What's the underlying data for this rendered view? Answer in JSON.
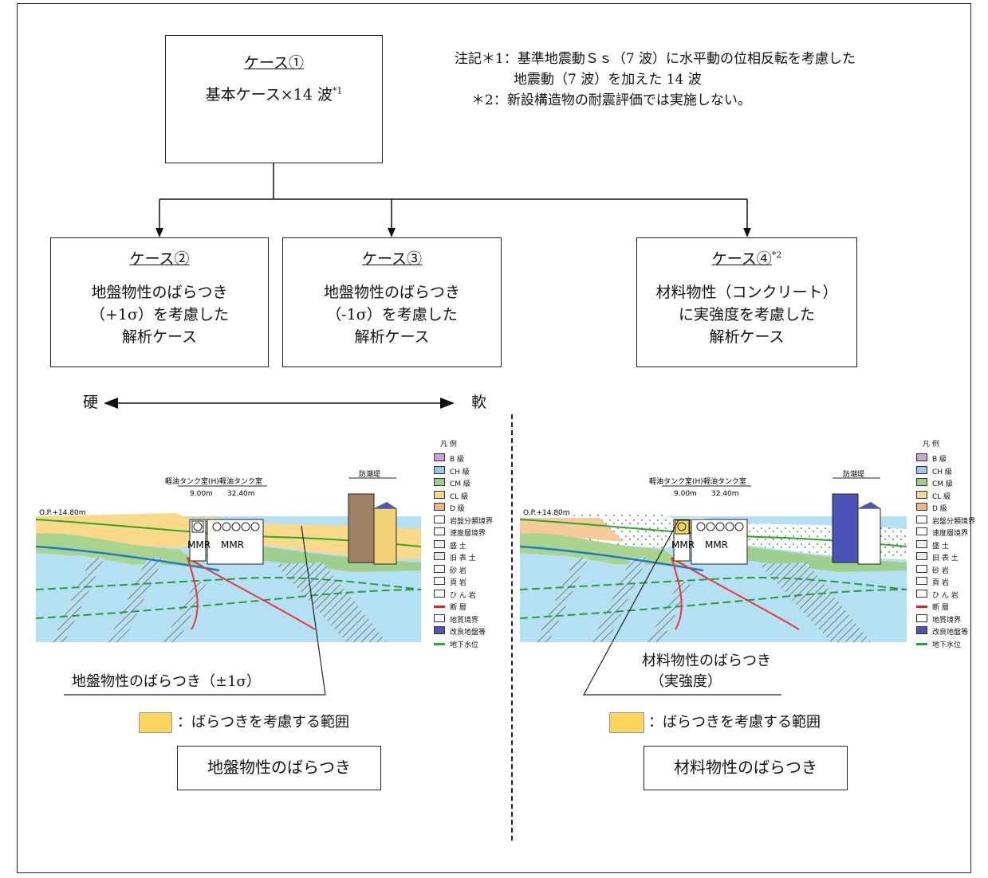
{
  "case1": {
    "title": "ケース①",
    "body": "基本ケース×14 波",
    "sup": "*1"
  },
  "notes": {
    "n1_label": "注記＊1：",
    "n1_line1": "基準地震動Ｓｓ（7 波）に水平動の位相反転を考慮した",
    "n1_line2": "地震動（7 波）を加えた 14 波",
    "n2_label": "＊2：",
    "n2_text": "新設構造物の耐震評価では実施しない。"
  },
  "case2": {
    "title": "ケース②",
    "l1": "地盤物性のばらつき",
    "l2": "（+1σ）を考慮した",
    "l3": "解析ケース"
  },
  "case3": {
    "title": "ケース③",
    "l1": "地盤物性のばらつき",
    "l2": "（-1σ）を考慮した",
    "l3": "解析ケース"
  },
  "case4": {
    "title": "ケース④",
    "sup": "*2",
    "l1": "材料物性（コンクリート）",
    "l2": "に実強度を考慮した",
    "l3": "解析ケース"
  },
  "scale": {
    "hard": "硬",
    "soft": "軟"
  },
  "section": {
    "op": "O.P.+14.80m",
    "room1": "軽油タンク室(H)",
    "room2": "軽油タンク室",
    "dim1": "9.00m",
    "dim2": "32.40m",
    "wall": "防潮堤",
    "mmr1": "MMR",
    "mmr2": "MMR"
  },
  "legend": {
    "title": "凡 例",
    "items": [
      "B 級",
      "CH 級",
      "CM 級",
      "CL 級",
      "D 級",
      "岩盤分類境界",
      "速度層境界",
      "盛 土",
      "旧 表 土",
      "砂 岩",
      "頁 岩",
      "ひ ん 岩",
      "断 層",
      "地質境界",
      "改良地盤等",
      "地下水位"
    ],
    "colors": [
      "#c9a6d6",
      "#9cc8ea",
      "#9fcf8f",
      "#f1da8e",
      "#e9b98a",
      "#ffffff",
      "#ffffff",
      "#f0f0f0",
      "#e8e8e8",
      "#ffffff",
      "#ffffff",
      "#ffffff",
      "#ffffff",
      "#ffffff",
      "#4b55b8",
      "#ffffff"
    ]
  },
  "left": {
    "callout": "地盤物性のばらつき（±1σ）",
    "range": "：ばらつきを考慮する範囲",
    "box": "地盤物性のばらつき"
  },
  "right": {
    "callout1": "材料物性のばらつき",
    "callout2": "（実強度）",
    "range": "：ばらつきを考慮する範囲",
    "box": "材料物性のばらつき"
  },
  "colors": {
    "highlight": "#fbd55b"
  }
}
